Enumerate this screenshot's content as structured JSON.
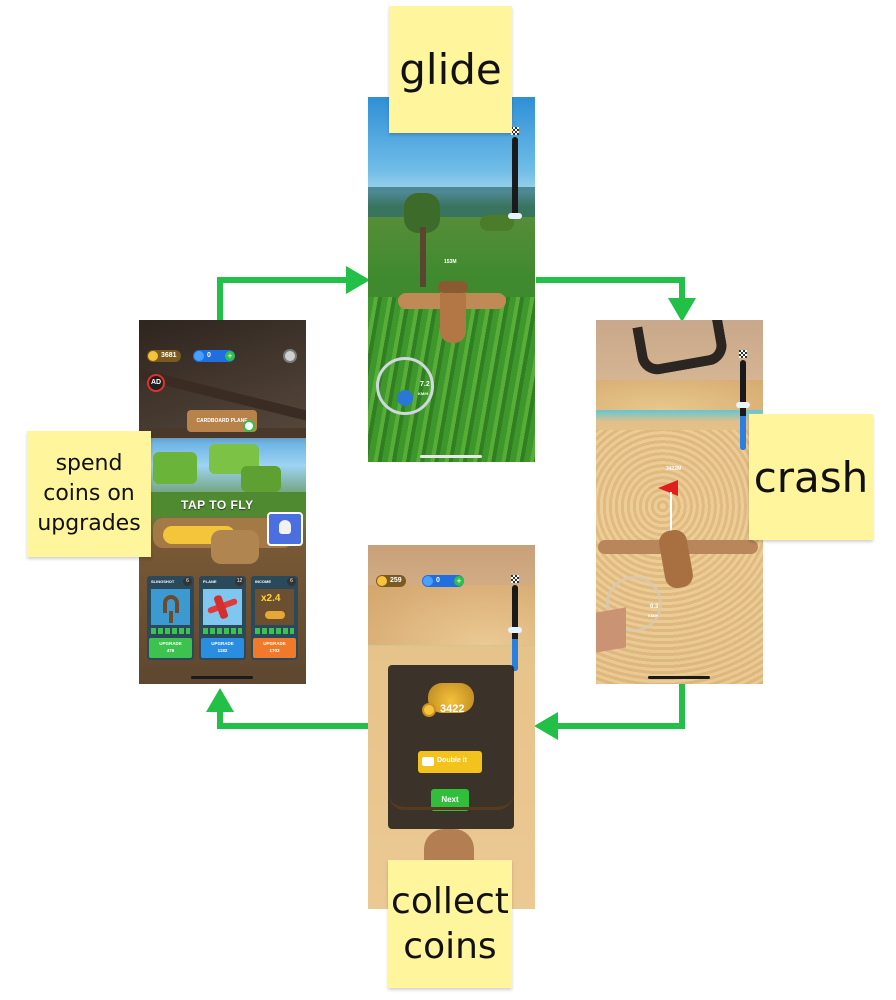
{
  "notes": {
    "glide": "glide",
    "crash": "crash",
    "collect_line1": "collect",
    "collect_line2": "coins",
    "spend_line1": "spend",
    "spend_line2": "coins on",
    "spend_line3": "upgrades"
  },
  "colors": {
    "arrow": "#22c046",
    "sticky": "#fff59c"
  },
  "menu_screen": {
    "coins": "3681",
    "fuel": "0",
    "ad_badge": "AD",
    "plane_sign": "CARDBOARD PLANE",
    "tap_to_fly": "TAP TO FLY",
    "cards": [
      {
        "title": "SLINGSHOT",
        "level": "6",
        "action": "UPGRADE",
        "cost": "476"
      },
      {
        "title": "PLANE",
        "level": "12",
        "action": "UPGRADE",
        "cost": "1182"
      },
      {
        "title": "INCOME",
        "level": "6",
        "multiplier": "x2.4",
        "action": "UPGRADE",
        "cost": "1703"
      }
    ]
  },
  "glide_screen": {
    "distance": "153M",
    "speed": "7.2",
    "speed_unit": "KM/H"
  },
  "crash_screen": {
    "distance": "3422M",
    "speed": "0.3",
    "speed_unit": "KM/H"
  },
  "reward_screen": {
    "coins": "259",
    "fuel": "0",
    "reward": "3422",
    "double_label": "Double it",
    "next_label": "Next"
  }
}
